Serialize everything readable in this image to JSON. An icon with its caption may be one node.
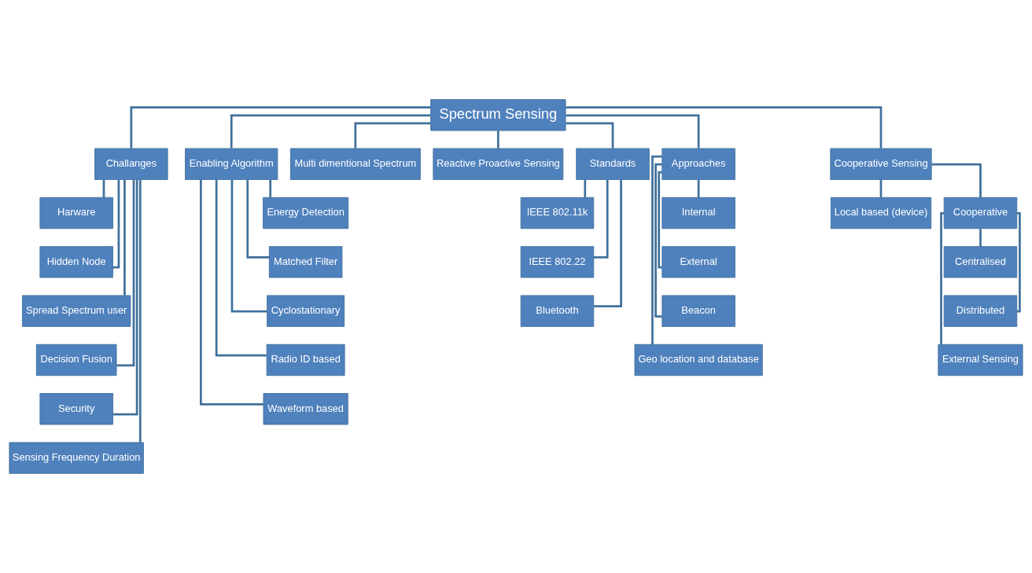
{
  "diagram": {
    "nodes": [
      {
        "text": [
          "Spectrum Sensing"
        ]
      },
      {
        "text": [
          "Challanges"
        ]
      },
      {
        "text": [
          "Enabling Algorithm"
        ]
      },
      {
        "text": [
          "Multi dimentional Spectrum"
        ]
      },
      {
        "text": [
          "Reactive Proactive Sensing"
        ]
      },
      {
        "text": [
          "Standards"
        ]
      },
      {
        "text": [
          "Approaches"
        ]
      },
      {
        "text": [
          "Cooperative Sensing"
        ]
      },
      {
        "text": [
          "Harware"
        ]
      },
      {
        "text": [
          "Hidden Node"
        ]
      },
      {
        "text": [
          "Spread Spectrum user"
        ]
      },
      {
        "text": [
          "Decision Fusion"
        ]
      },
      {
        "text": [
          "Security"
        ]
      },
      {
        "text": [
          "Sensing Frequency Duration"
        ]
      },
      {
        "text": [
          "Energy Detection"
        ]
      },
      {
        "text": [
          "Matched Filter"
        ]
      },
      {
        "text": [
          "Cyclostationary"
        ]
      },
      {
        "text": [
          "Radio ID based"
        ]
      },
      {
        "text": [
          "Waveform based"
        ]
      },
      {
        "text": [
          "IEEE 802.11k"
        ]
      },
      {
        "text": [
          "IEEE 802.22"
        ]
      },
      {
        "text": [
          "Bluetooth"
        ]
      },
      {
        "text": [
          "Internal"
        ]
      },
      {
        "text": [
          "External"
        ]
      },
      {
        "text": [
          "Beacon"
        ]
      },
      {
        "text": [
          "Geo location and database"
        ]
      },
      {
        "text": [
          "Local based (device)"
        ]
      },
      {
        "text": [
          "Cooperative"
        ]
      },
      {
        "text": [
          "Centralised"
        ]
      },
      {
        "text": [
          "Distributed"
        ]
      },
      {
        "text": [
          "External Sensing"
        ]
      }
    ],
    "edges": [
      {
        "from": 0,
        "to": 1,
        "arrow": "none"
      },
      {
        "from": 0,
        "to": 2,
        "arrow": "none"
      },
      {
        "from": 0,
        "to": 3,
        "arrow": "none"
      },
      {
        "from": 0,
        "to": 4,
        "arrow": "none"
      },
      {
        "from": 0,
        "to": 5,
        "arrow": "none"
      },
      {
        "from": 0,
        "to": 6,
        "arrow": "none"
      },
      {
        "from": 0,
        "to": 7,
        "arrow": "none"
      },
      {
        "from": 1,
        "to": 8,
        "arrow": "none"
      },
      {
        "from": 1,
        "to": 9,
        "arrow": "none"
      },
      {
        "from": 1,
        "to": 10,
        "arrow": "none"
      },
      {
        "from": 1,
        "to": 11,
        "arrow": "none"
      },
      {
        "from": 1,
        "to": 12,
        "arrow": "none"
      },
      {
        "from": 1,
        "to": 13,
        "arrow": "none"
      },
      {
        "from": 2,
        "to": 14,
        "arrow": "none"
      },
      {
        "from": 2,
        "to": 15,
        "arrow": "none"
      },
      {
        "from": 2,
        "to": 16,
        "arrow": "none"
      },
      {
        "from": 2,
        "to": 17,
        "arrow": "none"
      },
      {
        "from": 2,
        "to": 18,
        "arrow": "none"
      },
      {
        "from": 5,
        "to": 19,
        "arrow": "none"
      },
      {
        "from": 5,
        "to": 20,
        "arrow": "none"
      },
      {
        "from": 5,
        "to": 21,
        "arrow": "none"
      },
      {
        "from": 6,
        "to": 22,
        "arrow": "none"
      },
      {
        "from": 6,
        "to": 23,
        "arrow": "none"
      },
      {
        "from": 6,
        "to": 24,
        "arrow": "none"
      },
      {
        "from": 6,
        "to": 25,
        "arrow": "none"
      },
      {
        "from": 7,
        "to": 26,
        "arrow": "none"
      },
      {
        "from": 7,
        "to": 27,
        "arrow": "none"
      },
      {
        "from": 27,
        "to": 28,
        "arrow": "none"
      },
      {
        "from": 27,
        "to": 29,
        "arrow": "none"
      },
      {
        "from": 27,
        "to": 30,
        "arrow": "none"
      }
    ]
  }
}
